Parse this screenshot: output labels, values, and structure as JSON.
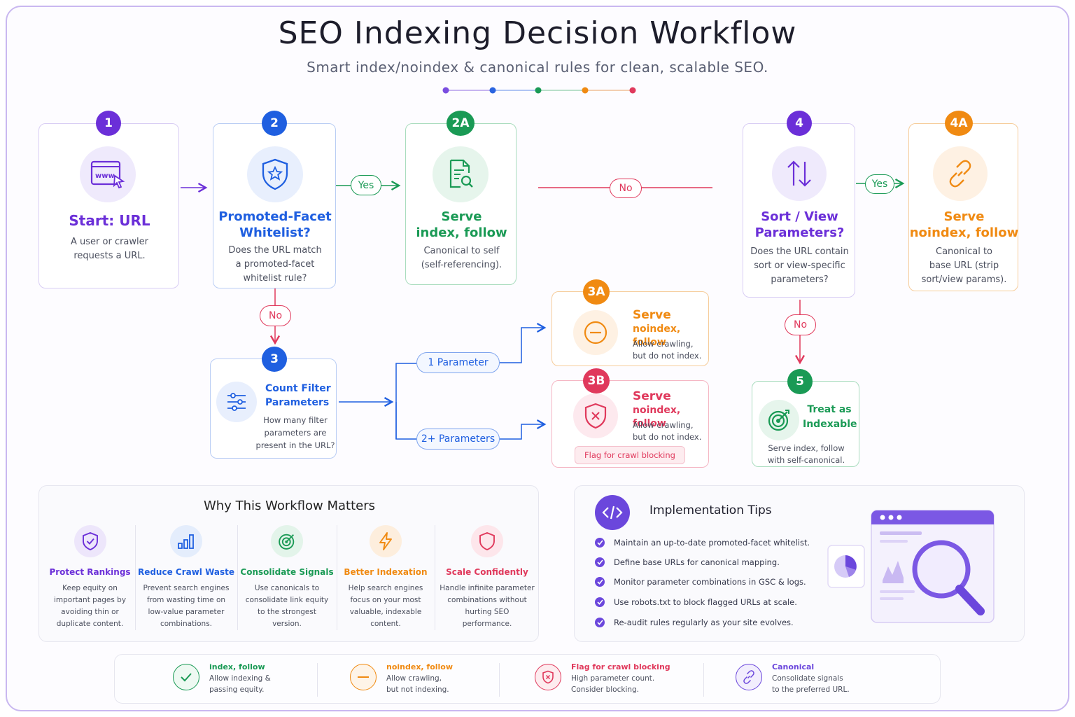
{
  "header": {
    "title": "SEO Indexing Decision Workflow",
    "subtitle": "Smart index/noindex & canonical rules for clean, scalable SEO."
  },
  "colors": {
    "purple": "#6b2fd8",
    "blue": "#1f5fe0",
    "green": "#1a9a55",
    "orange": "#f08a12",
    "red": "#e0395c"
  },
  "steps": {
    "s1": {
      "badge": "1",
      "title": "Start: URL",
      "desc_l1": "A user or crawler",
      "desc_l2": "requests a URL.",
      "icon": "browser-www-icon"
    },
    "s2": {
      "badge": "2",
      "title_l1": "Promoted-Facet",
      "title_l2": "Whitelist?",
      "desc_l1": "Does the URL match",
      "desc_l2": "a promoted-facet",
      "desc_l3": "whitelist rule?",
      "icon": "shield-star-icon"
    },
    "s2a": {
      "badge": "2A",
      "title_l1": "Serve",
      "title_l2": "index, follow",
      "desc_l1": "Canonical to self",
      "desc_l2": "(self-referencing).",
      "icon": "document-search-icon"
    },
    "s3": {
      "badge": "3",
      "title_l1": "Count Filter",
      "title_l2": "Parameters",
      "desc_l1": "How many filter",
      "desc_l2": "parameters are",
      "desc_l3": "present in the URL?",
      "icon": "sliders-icon"
    },
    "s3a": {
      "badge": "3A",
      "title_l1": "Serve",
      "title_l2": "noindex, follow",
      "desc_l1": "Allow crawling,",
      "desc_l2": "but do not index.",
      "icon": "minus-circle-icon"
    },
    "s3b": {
      "badge": "3B",
      "title_l1": "Serve",
      "title_l2": "noindex, follow",
      "desc_l1": "Allow crawling,",
      "desc_l2": "but do not index.",
      "flag": "Flag for crawl blocking",
      "icon": "shield-x-icon"
    },
    "s4": {
      "badge": "4",
      "title_l1": "Sort / View",
      "title_l2": "Parameters?",
      "desc_l1": "Does the URL contain",
      "desc_l2": "sort or view-specific",
      "desc_l3": "parameters?",
      "icon": "sort-arrows-icon"
    },
    "s4a": {
      "badge": "4A",
      "title_l1": "Serve",
      "title_l2": "noindex, follow",
      "desc_l1": "Canonical to",
      "desc_l2": "base URL (strip",
      "desc_l3": "sort/view params).",
      "icon": "link-icon"
    },
    "s5": {
      "badge": "5",
      "title_l1": "Treat as",
      "title_l2": "Indexable",
      "desc_l1": "Serve index, follow",
      "desc_l2": "with self-canonical.",
      "icon": "target-icon"
    }
  },
  "connectors": {
    "yes_2": "Yes",
    "no_2": "No",
    "no_mid": "No",
    "yes_4": "Yes",
    "no_4": "No",
    "one_param": "1 Parameter",
    "two_params": "2+ Parameters"
  },
  "why": {
    "title": "Why This Workflow Matters",
    "items": [
      {
        "name": "Protect Rankings",
        "l1": "Keep equity on",
        "l2": "important pages by",
        "l3": "avoiding thin or",
        "l4": "duplicate content.",
        "icon": "shield-check-icon"
      },
      {
        "name": "Reduce Crawl Waste",
        "l1": "Prevent search engines",
        "l2": "from wasting time on",
        "l3": "low-value parameter",
        "l4": "combinations.",
        "icon": "bar-chart-icon"
      },
      {
        "name": "Consolidate Signals",
        "l1": "Use canonicals to",
        "l2": "consolidate link equity",
        "l3": "to the strongest",
        "l4": "version.",
        "icon": "target-icon"
      },
      {
        "name": "Better Indexation",
        "l1": "Help search engines",
        "l2": "focus on your most",
        "l3": "valuable, indexable",
        "l4": "content.",
        "icon": "lightning-icon"
      },
      {
        "name": "Scale Confidently",
        "l1": "Handle infinite parameter",
        "l2": "combinations without",
        "l3": "hurting SEO",
        "l4": "performance.",
        "icon": "shield-icon"
      }
    ]
  },
  "tips": {
    "title": "Implementation Tips",
    "items": [
      "Maintain an up-to-date promoted-facet whitelist.",
      "Define base URLs for canonical mapping.",
      "Monitor parameter combinations in GSC & logs.",
      "Use robots.txt to block flagged URLs at scale.",
      "Re-audit rules regularly as your site evolves."
    ]
  },
  "legend": [
    {
      "name": "index, follow",
      "l1": "Allow indexing &",
      "l2": "passing equity.",
      "icon": "check-icon"
    },
    {
      "name": "noindex, follow",
      "l1": "Allow crawling,",
      "l2": "but not indexing.",
      "icon": "minus-icon"
    },
    {
      "name": "Flag for crawl blocking",
      "l1": "High parameter count.",
      "l2": "Consider blocking.",
      "icon": "shield-x-icon"
    },
    {
      "name": "Canonical",
      "l1": "Consolidate signals",
      "l2": "to the preferred URL.",
      "icon": "link-icon"
    }
  ]
}
